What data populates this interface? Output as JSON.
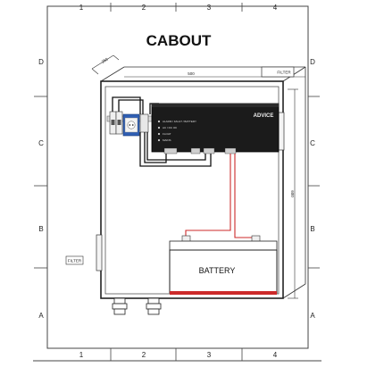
{
  "title": "CABOUT",
  "grid": {
    "columns": [
      "1",
      "2",
      "3",
      "4"
    ],
    "rows": [
      "D",
      "C",
      "B",
      "A"
    ]
  },
  "dimensions": {
    "width": "500",
    "depth": "250",
    "height": "600"
  },
  "device": {
    "brand": "ADVICE",
    "front_labels": [
      "ALARM / FAULT / BATTERY",
      "AC / DC OK",
      "FLOAT",
      "MAINS"
    ]
  },
  "battery": {
    "label": "BATTERY"
  },
  "filters": {
    "top": "FILTER",
    "left": "FILTER"
  },
  "colors": {
    "line": "#222222",
    "wire_red": "#cc2a2a",
    "device_dark": "#1b1b1b",
    "outlet_blue": "#2f5fb4"
  }
}
